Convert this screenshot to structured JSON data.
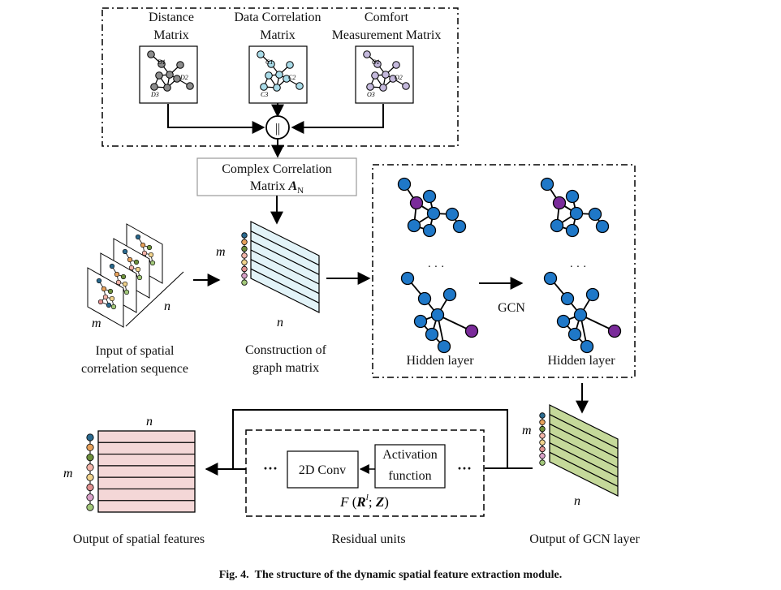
{
  "top_matrices": {
    "distance": {
      "line1": "Distance",
      "line2": "Matrix",
      "nodes": [
        "D1",
        "D2",
        "D3"
      ]
    },
    "data_correlation": {
      "line1": "Data Correlation",
      "line2": "Matrix",
      "nodes": [
        "C1",
        "C2",
        "C3"
      ]
    },
    "comfort": {
      "line1": "Comfort",
      "line2": "Measurement Matrix",
      "nodes": [
        "O1",
        "O2",
        "O3"
      ]
    },
    "concat_symbol": "||"
  },
  "complex_matrix": {
    "line1": "Complex Correlation",
    "line2_text": "Matrix ",
    "symbol": "A",
    "subscript": "N"
  },
  "input_sequence": {
    "line1": "Input of spatial",
    "line2": "correlation sequence",
    "m": "m",
    "n": "n"
  },
  "graph_matrix": {
    "line1": "Construction of",
    "line2": "graph matrix",
    "m": "m",
    "n": "n"
  },
  "gcn_block": {
    "hidden_left": "Hidden layer",
    "hidden_right": "Hidden layer",
    "gcn": "GCN",
    "dots": "· · ·"
  },
  "gcn_output": {
    "label": "Output of GCN layer",
    "m": "m",
    "n": "n"
  },
  "residual": {
    "label": "Residual units",
    "conv": "2D Conv",
    "act_line1": "Activation",
    "act_line2": "function",
    "dots": "···",
    "formula_F": "F",
    "formula_R": "R",
    "formula_sup": "l",
    "formula_Z": "Z"
  },
  "spatial_output": {
    "label": "Output of spatial features",
    "m": "m",
    "n": "n"
  },
  "caption": {
    "prefix": "Fig. 4.",
    "text": "The structure of the dynamic spatial feature extraction module."
  },
  "colors": {
    "node_blue": "#1f78c8",
    "node_purple": "#7a2b9a",
    "node_gray": "#8c8c8c",
    "node_lightblue": "#a9dbe8",
    "node_lavender": "#c4b9dc",
    "matrix_lightblue": "#e2f3f8",
    "matrix_green": "#c5d99a",
    "matrix_pink": "#f4d7d7"
  }
}
